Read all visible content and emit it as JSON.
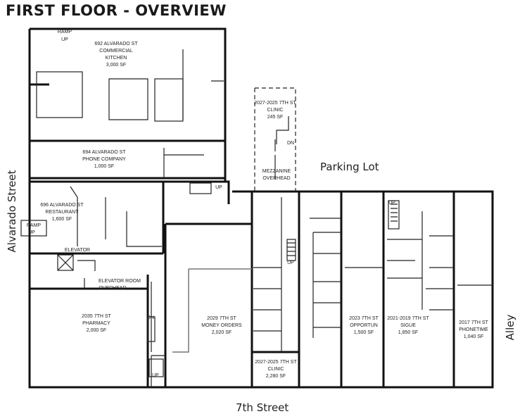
{
  "title": "FIRST FLOOR - OVERVIEW",
  "streets": {
    "left": "Alvarado Street",
    "bottom": "7th Street",
    "right": "Alley",
    "top": "Parking Lot"
  },
  "units": [
    {
      "lines": [
        "692 ALVARADO ST",
        "COMMERCIAL",
        "KITCHEN",
        "3,000 SF"
      ]
    },
    {
      "lines": [
        "694 ALVARADO ST",
        "PHONE COMPANY",
        "1,000 SF"
      ]
    },
    {
      "lines": [
        "696 ALVARADO ST",
        "RESTAURANT",
        "1,600 SF"
      ]
    },
    {
      "lines": [
        "2035 7TH ST",
        "PHARMACY",
        "2,000 SF"
      ]
    },
    {
      "lines": [
        "2029 7TH ST",
        "MONEY ORDERS",
        "2,020 SF"
      ]
    },
    {
      "lines": [
        "2027-2025 7TH ST",
        "CLINIC",
        "245 SF"
      ]
    },
    {
      "lines": [
        "2027-2025 7TH ST",
        "CLINIC",
        "2,280 SF"
      ]
    },
    {
      "lines": [
        "2023 7TH ST",
        "OPPORTUN",
        "1,500 SF"
      ]
    },
    {
      "lines": [
        "2021-2019 7TH ST",
        "SIGUE",
        "1,850 SF"
      ]
    },
    {
      "lines": [
        "2017 7TH ST",
        "PHONETIME",
        "1,040 SF"
      ]
    }
  ],
  "annotations": {
    "ramp": "RAMP",
    "up": "UP",
    "dn": "DN",
    "elevator": "ELEVATOR",
    "elevator_room": [
      "ELEVATOR ROOM",
      "OVERHEAD"
    ],
    "mezzanine": [
      "MEZZANINE",
      "OVERHEAD"
    ]
  }
}
